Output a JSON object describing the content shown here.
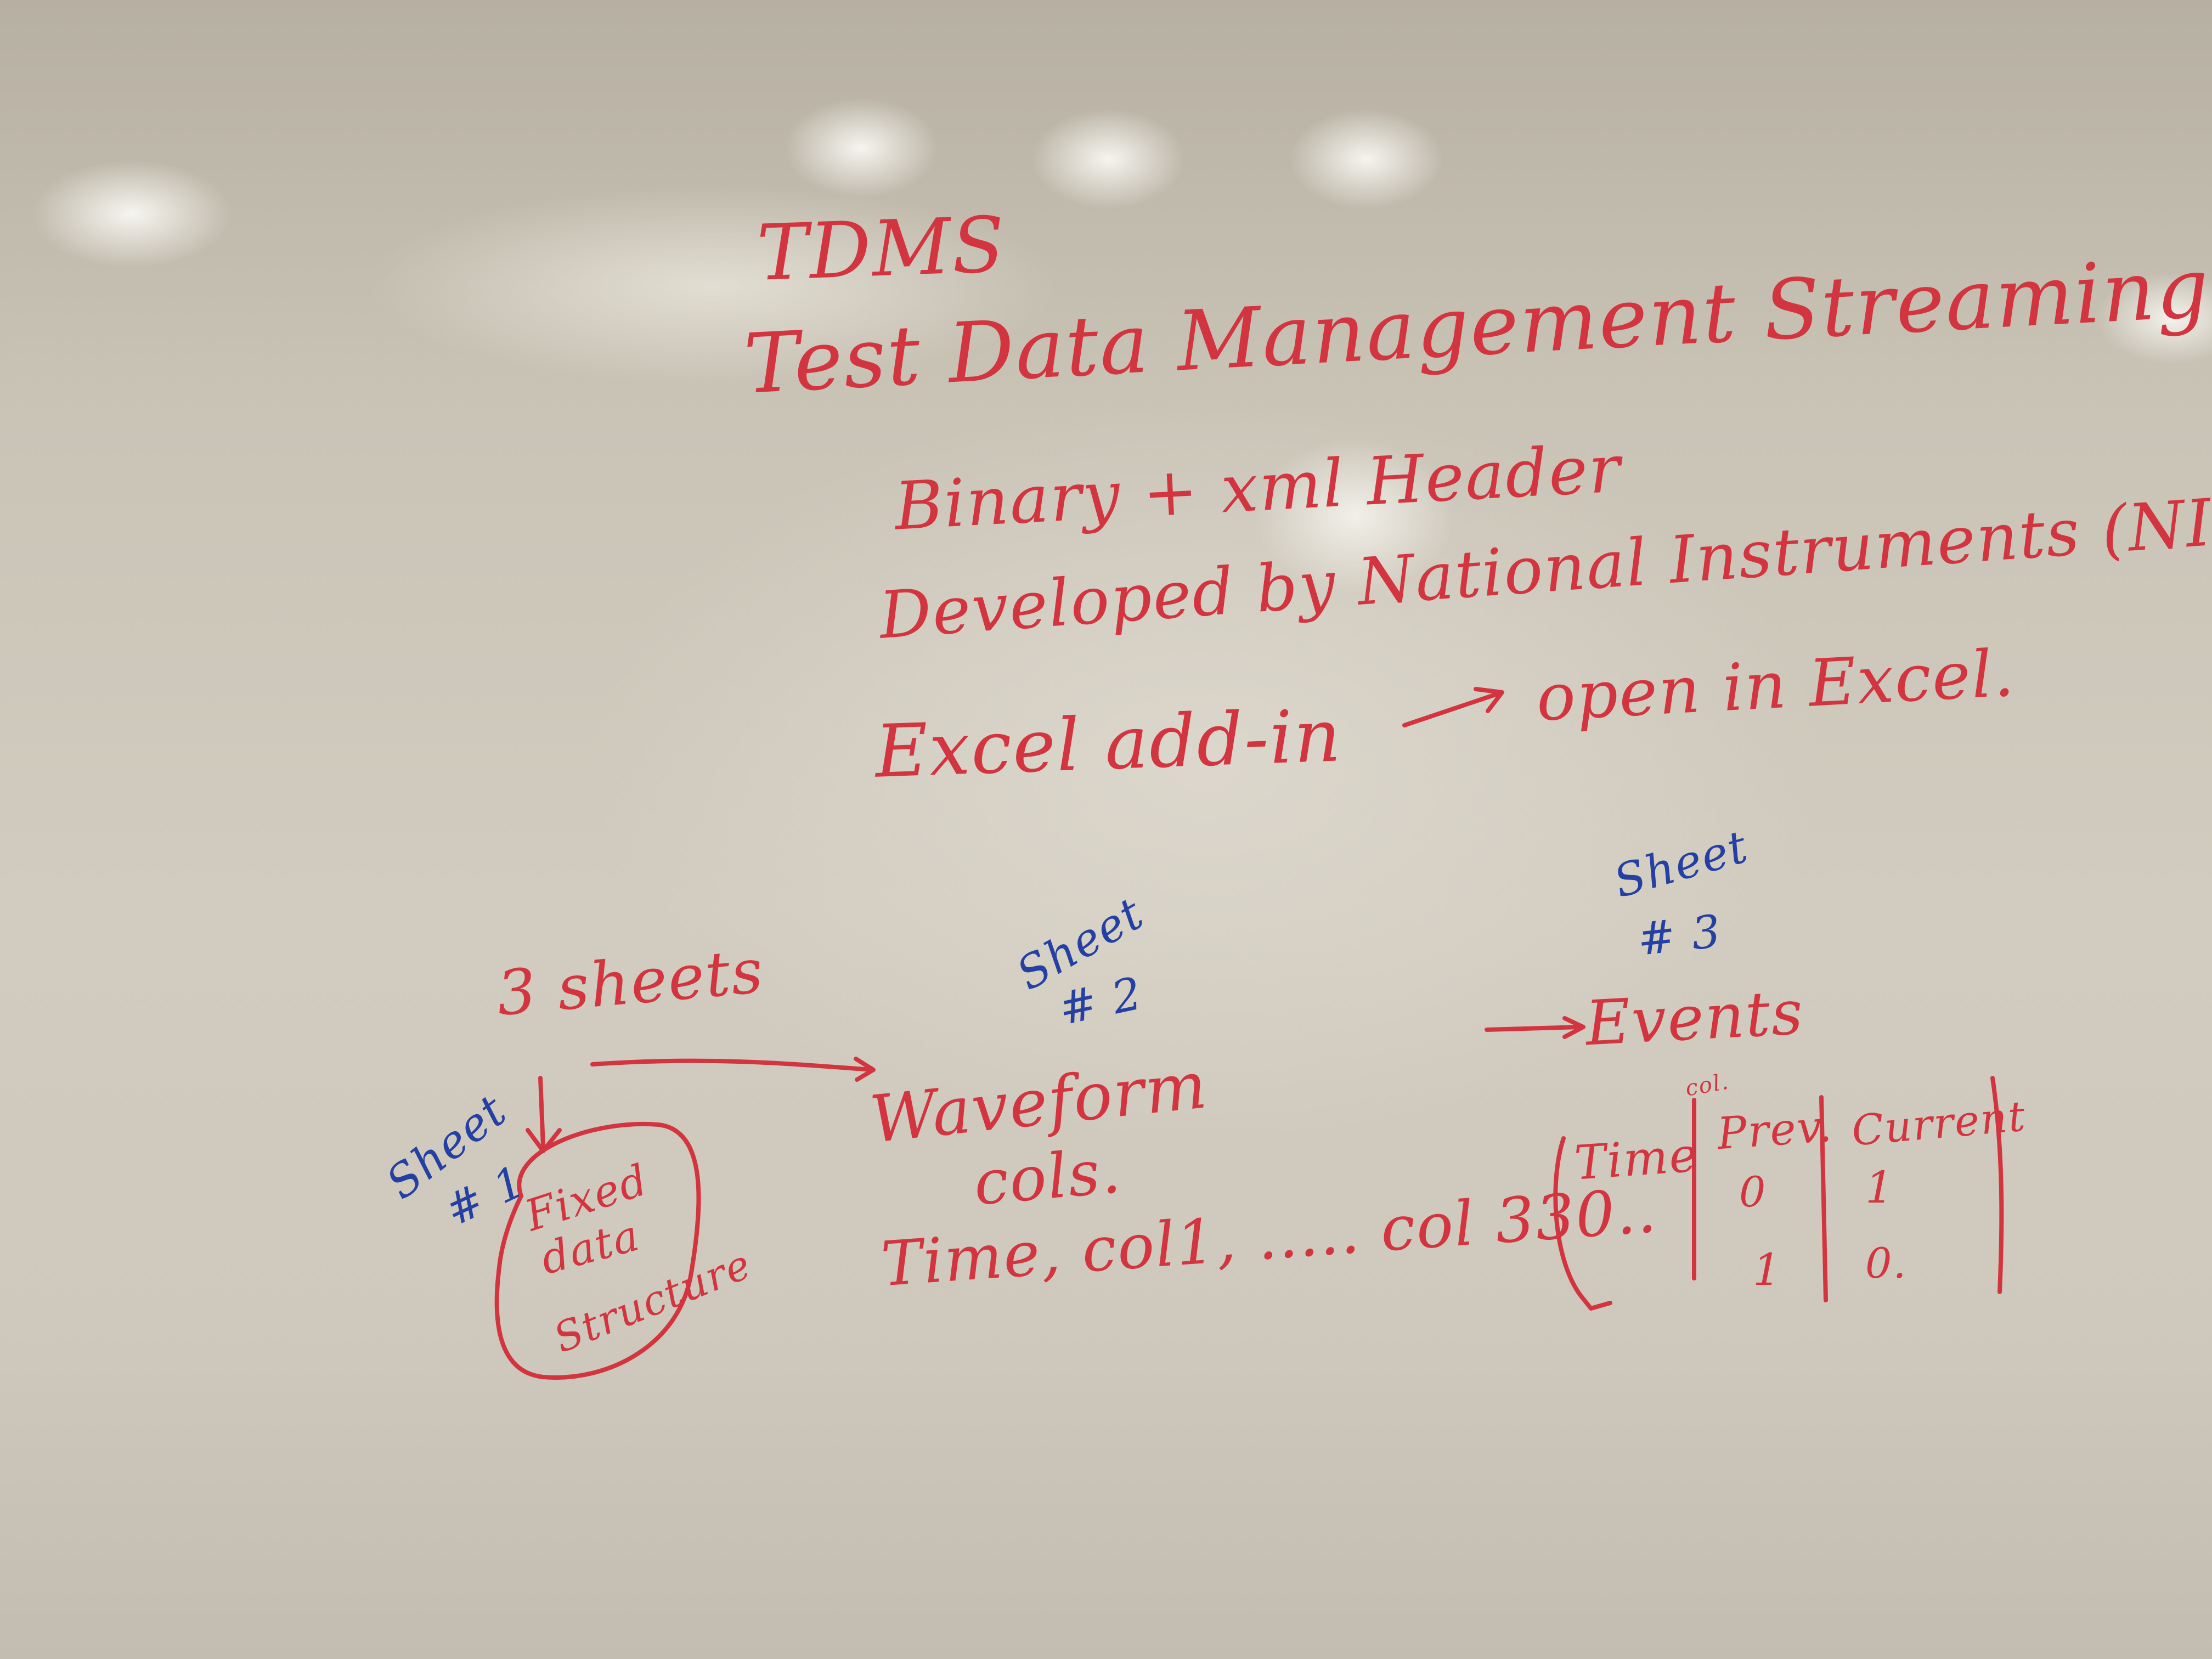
{
  "board": {
    "title": "TDMS",
    "expansion": "Test Data Management Streaming",
    "line_binary": "Binary + xml Header",
    "line_developed": "Developed by National Instruments (NI).",
    "line_excel": "Excel add-in",
    "line_open": "open in Excel.",
    "three_sheets": "3 sheets",
    "sheet1_word": "Sheet",
    "sheet1_num": "# 1",
    "fixed_box": [
      "Fixed",
      "data",
      "Structure"
    ],
    "sheet2_word": "Sheet",
    "sheet2_num": "# 2",
    "waveform": "Waveform",
    "cols": "cols.",
    "time_cols": "Time, col1, ..... col 330..",
    "sheet3_word": "Sheet",
    "sheet3_num": "# 3",
    "events": "Events",
    "table_hint": "col.",
    "table_headers": [
      "Time",
      "Prev.",
      "Current"
    ],
    "table_prev": [
      "0",
      "1"
    ],
    "table_current": [
      "1",
      "0."
    ]
  }
}
